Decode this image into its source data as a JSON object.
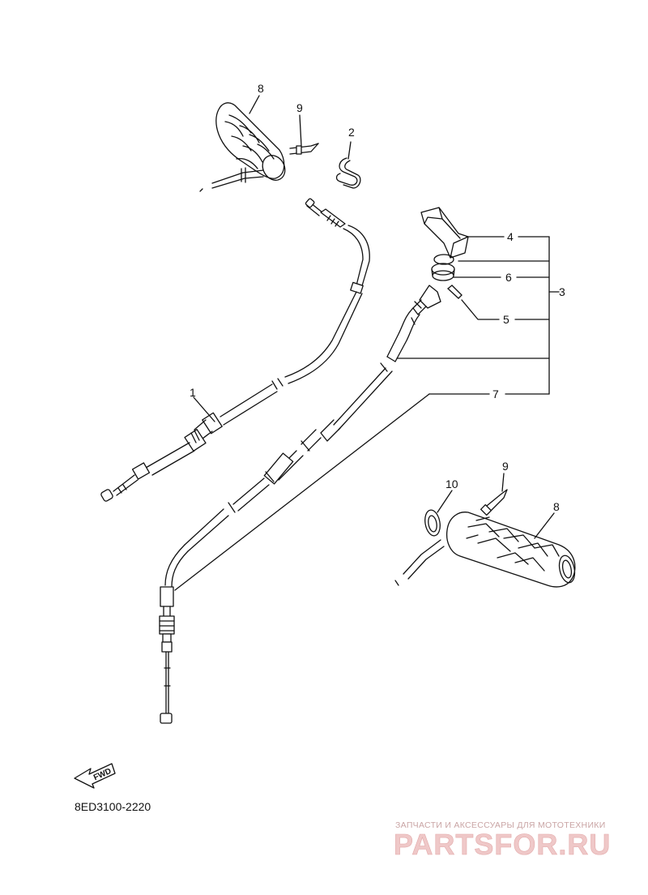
{
  "callouts": {
    "c1": "1",
    "c2": "2",
    "c3": "3",
    "c4": "4",
    "c5": "5",
    "c6": "6",
    "c7": "7",
    "c8_top": "8",
    "c8_right": "8",
    "c9_top": "9",
    "c9_right": "9",
    "c10": "10"
  },
  "fwd_label": "FWD",
  "diagram_code": "8ED3100-2220",
  "watermark": {
    "tagline": "ЗАПЧАСТИ И АКСЕССУАРЫ ДЛЯ МОТОТЕХНИКИ",
    "brand": "PARTSFOR.RU"
  },
  "colors": {
    "line": "#111111",
    "watermark": "#efc8c8"
  }
}
